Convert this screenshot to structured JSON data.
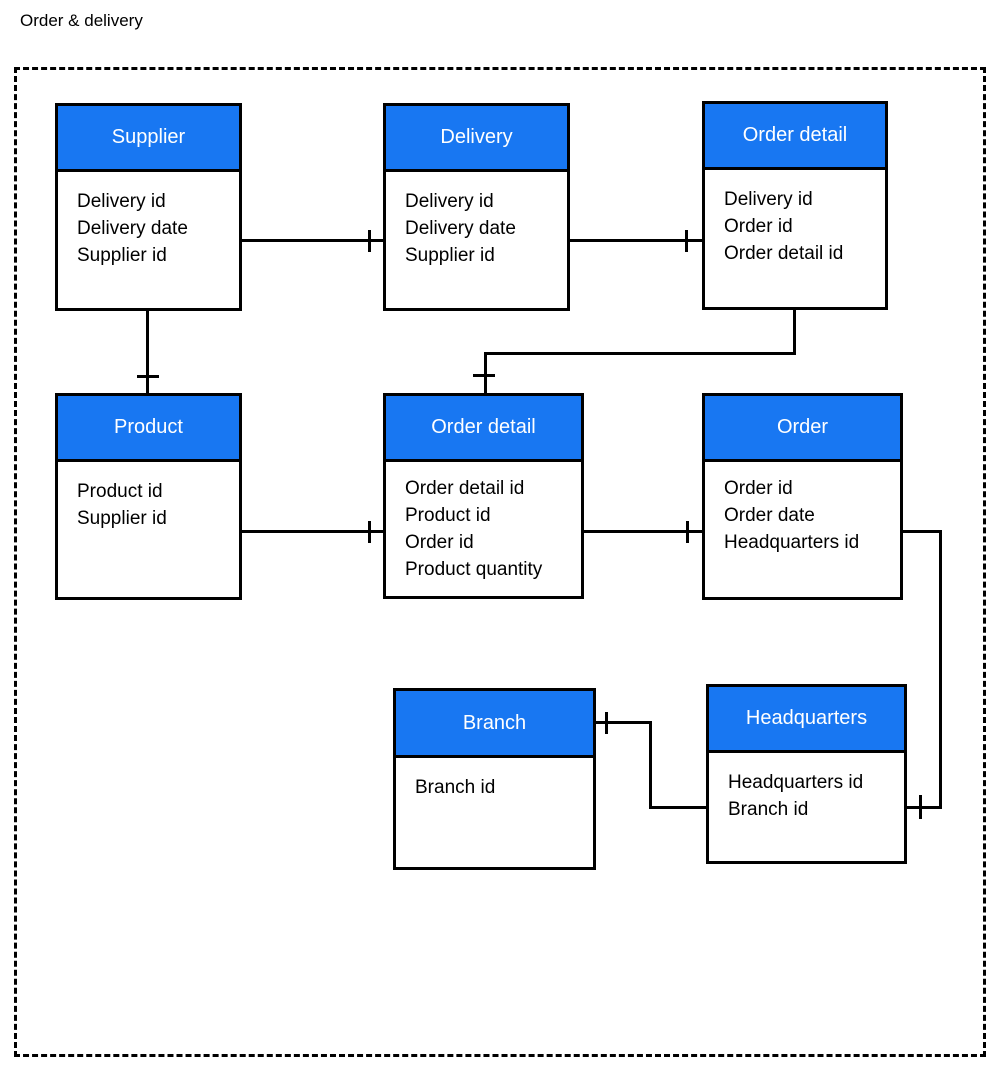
{
  "title": "Order & delivery",
  "colors": {
    "entity_header_bg": "#1877F2",
    "entity_header_text": "#FFFFFF",
    "entity_border": "#000000",
    "connector": "#000000",
    "frame_border": "#000000",
    "background": "#FFFFFF"
  },
  "entities": [
    {
      "name": "Supplier",
      "fields": [
        "Delivery id",
        "Delivery date",
        "Supplier id"
      ]
    },
    {
      "name": "Delivery",
      "fields": [
        "Delivery id",
        "Delivery date",
        "Supplier id"
      ]
    },
    {
      "name": "Order detail",
      "fields": [
        "Delivery id",
        "Order id",
        "Order detail id"
      ]
    },
    {
      "name": "Product",
      "fields": [
        "Product id",
        "Supplier id"
      ]
    },
    {
      "name": "Order detail",
      "fields": [
        "Order detail id",
        "Product id",
        "Order id",
        "Product quantity"
      ]
    },
    {
      "name": "Order",
      "fields": [
        "Order id",
        "Order date",
        "Headquarters id"
      ]
    },
    {
      "name": "Branch",
      "fields": [
        "Branch id"
      ]
    },
    {
      "name": "Headquarters",
      "fields": [
        "Headquarters id",
        "Branch id"
      ]
    }
  ],
  "relationships": [
    {
      "from": "Supplier",
      "to": "Delivery",
      "marker_at": "Delivery"
    },
    {
      "from": "Delivery",
      "to": "Order detail (top)",
      "marker_at": "Order detail (top)"
    },
    {
      "from": "Supplier",
      "to": "Product",
      "marker_at": "Product"
    },
    {
      "from": "Order detail (top)",
      "to": "Order detail",
      "marker_at": "Order detail"
    },
    {
      "from": "Product",
      "to": "Order detail",
      "marker_at": "Order detail"
    },
    {
      "from": "Order detail",
      "to": "Order",
      "marker_at": "Order"
    },
    {
      "from": "Order",
      "to": "Headquarters",
      "marker_at": "Headquarters"
    },
    {
      "from": "Branch",
      "to": "Headquarters",
      "marker_at": "Branch"
    }
  ]
}
